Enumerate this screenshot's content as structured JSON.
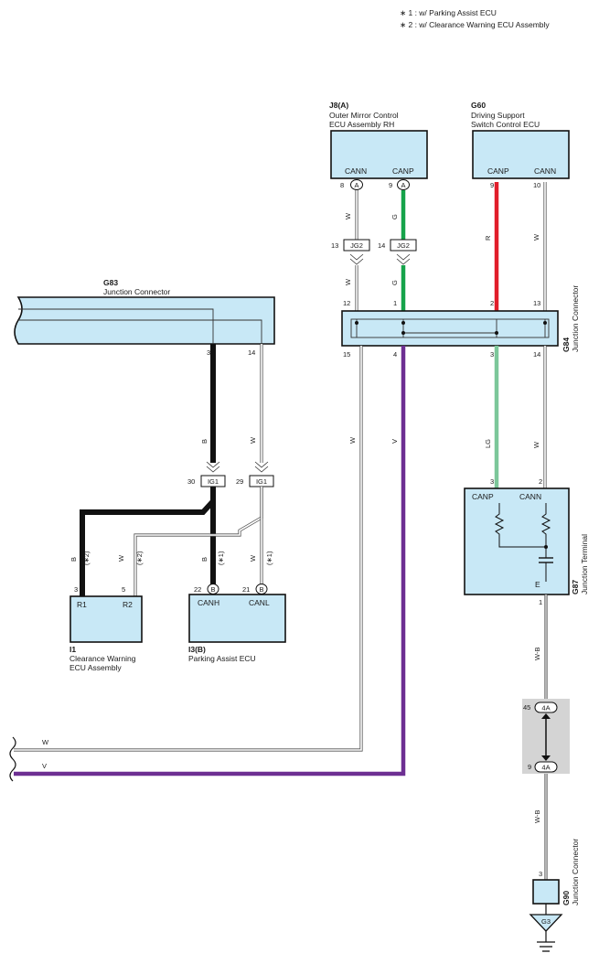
{
  "notes": {
    "note1": "∗ 1 : w/ Parking Assist ECU",
    "note2": "∗ 2 : w/ Clearance Warning ECU Assembly"
  },
  "colors": {
    "black": "#111111",
    "green": "#16a34a",
    "red": "#e11d2a",
    "lightgreen": "#7cc79a",
    "violet": "#6d2f92",
    "white_wire": "#ffffff",
    "component_fill": "#c8e8f6"
  },
  "components": {
    "j8": {
      "code": "J8(A)",
      "name1": "Outer Mirror Control",
      "name2": "ECU Assembly RH",
      "pin_cann": "CANN",
      "pin_canp": "CANP"
    },
    "g60": {
      "code": "G60",
      "name1": "Driving Support",
      "name2": "Switch Control ECU",
      "pin_canp": "CANP",
      "pin_cann": "CANN"
    },
    "g83": {
      "code": "G83",
      "name": "Junction Connector"
    },
    "g84": {
      "code": "G84",
      "name": "Junction Connector"
    },
    "g87": {
      "code": "G87",
      "name": "Junction Terminal",
      "pin_canp": "CANP",
      "pin_cann": "CANN",
      "pin_e": "E"
    },
    "i1": {
      "code": "I1",
      "name1": "Clearance Warning",
      "name2": "ECU Assembly",
      "pin_r1": "R1",
      "pin_r2": "R2"
    },
    "i3": {
      "code": "I3(B)",
      "name": "Parking Assist ECU",
      "pin_canh": "CANH",
      "pin_canl": "CANL"
    },
    "g90": {
      "code": "G90",
      "name": "Junction Connector"
    },
    "g3": {
      "code": "G3"
    }
  },
  "connectors": {
    "jg2": "JG2",
    "ig1": "IG1",
    "a": "A",
    "b": "B",
    "fourA": "4A"
  },
  "pins": {
    "j8_cann": "8",
    "j8_canp": "9",
    "g60_canp": "9",
    "g60_cann": "10",
    "jg2_left": "13",
    "jg2_right": "14",
    "g84_top_12": "12",
    "g84_top_1": "1",
    "g84_top_2": "2",
    "g84_top_13": "13",
    "g84_bot_15": "15",
    "g84_bot_4": "4",
    "g84_bot_3": "3",
    "g84_bot_14": "14",
    "g83_3": "3",
    "g83_14": "14",
    "ig1_left": "30",
    "ig1_right": "29",
    "i1_r1": "3",
    "i1_r2": "5",
    "i3_canh": "22",
    "i3_canl": "21",
    "g87_canp": "3",
    "g87_cann": "2",
    "g87_e": "1",
    "fourA_top": "45",
    "fourA_bot": "9",
    "g90": "3"
  },
  "wires": {
    "w": "W",
    "g": "G",
    "r": "R",
    "b": "B",
    "v": "V",
    "lg": "LG",
    "wb": "W-B",
    "star1": "(∗1)",
    "star2": "(∗2)"
  }
}
